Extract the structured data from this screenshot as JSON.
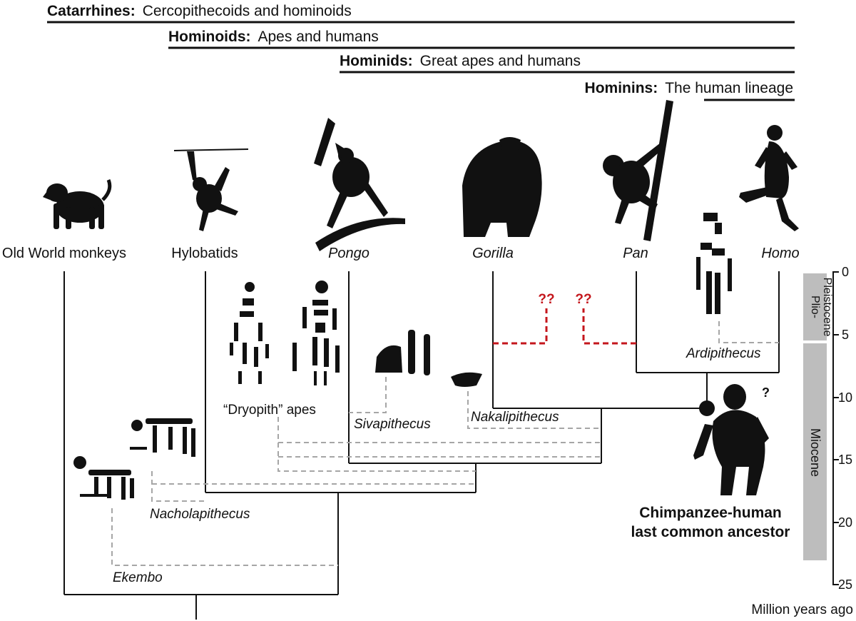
{
  "headers": {
    "catarrhines": {
      "bold": "Catarrhines:",
      "rest": "Cercopithecoids and hominoids"
    },
    "hominoids": {
      "bold": "Hominoids:",
      "rest": "Apes and humans"
    },
    "hominids": {
      "bold": "Hominids:",
      "rest": "Great apes and humans"
    },
    "hominins": {
      "bold": "Hominins:",
      "rest": "The human lineage"
    }
  },
  "taxa": {
    "old_world_monkeys": "Old World monkeys",
    "hylobatids": "Hylobatids",
    "pongo": "Pongo",
    "gorilla": "Gorilla",
    "pan": "Pan",
    "homo": "Homo"
  },
  "fossils": {
    "dryopith": "“Dryopith” apes",
    "sivapithecus": "Sivapithecus",
    "nakalipithecus": "Nakalipithecus",
    "nacholapithecus": "Nacholapithecus",
    "ekembo": "Ekembo",
    "ardipithecus": "Ardipithecus"
  },
  "uncertain_marks": [
    "??",
    "??"
  ],
  "lca": {
    "question": "?",
    "line1": "Chimpanzee-human",
    "line2": "last common ancestor"
  },
  "timescale": {
    "ticks": [
      "0",
      "5",
      "10",
      "15",
      "20",
      "25"
    ],
    "unit_label": "Million years ago",
    "epoch_plio_line1": "Plio-",
    "epoch_plio_line2": "Pleistocene",
    "epoch_miocene": "Miocene"
  },
  "colors": {
    "ink": "#111111",
    "dashed_gray": "#a6a6a6",
    "uncertain_red": "#c4161c",
    "epoch_bar": "#bdbdbd"
  },
  "icons": [
    "baboon-silhouette-icon",
    "gibbon-silhouette-icon",
    "orangutan-silhouette-icon",
    "gorilla-silhouette-icon",
    "chimpanzee-silhouette-icon",
    "human-runner-silhouette-icon",
    "lca-ape-silhouette-icon"
  ]
}
